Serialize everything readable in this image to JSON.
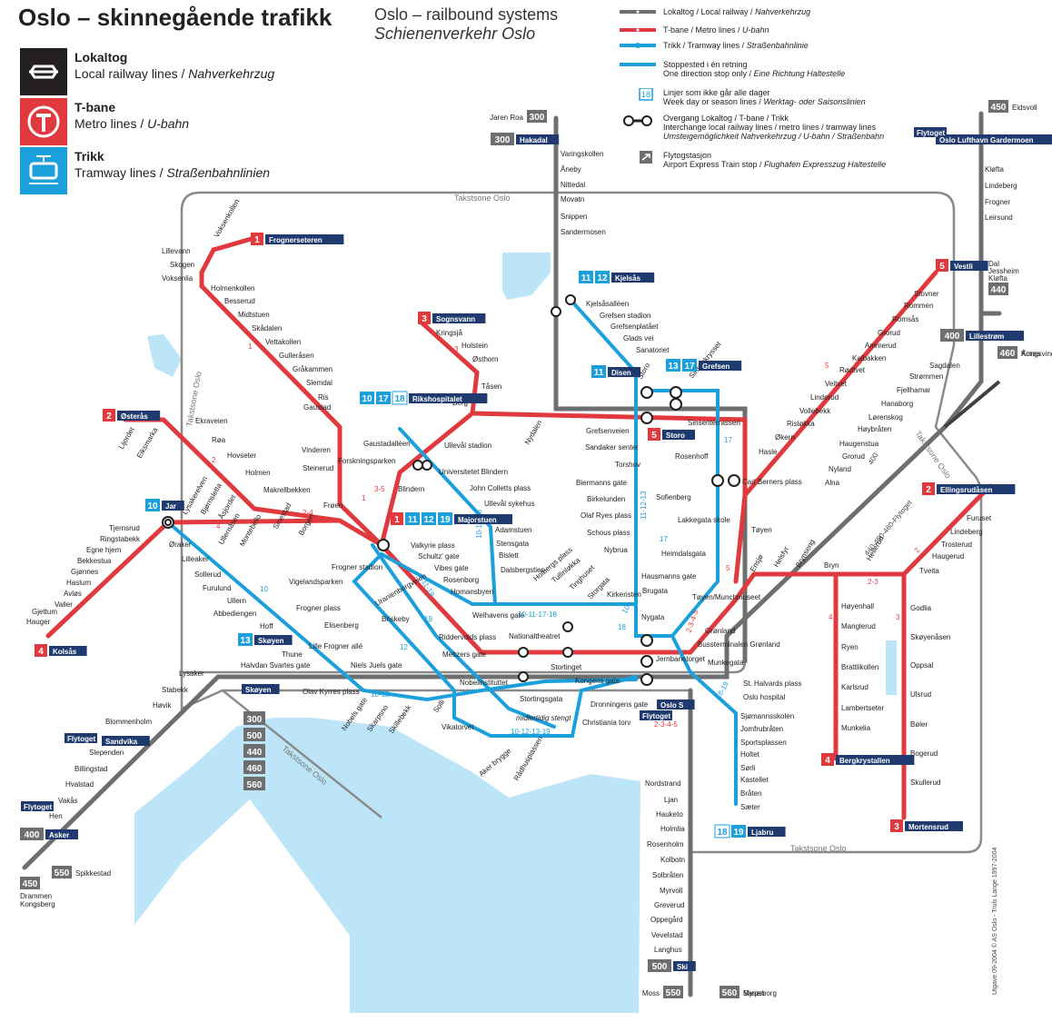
{
  "header": {
    "title": "Oslo – skinnegående trafikk",
    "subtitle_en": "Oslo – railbound systems",
    "subtitle_de": "Schienenverkehr Oslo"
  },
  "legend_left": [
    {
      "type": "lokaltog",
      "label": "Lokaltog",
      "desc": "Local railway lines / ",
      "desc_it": "Nahverkehrzug",
      "color": "#231f20",
      "icon": "train-icon"
    },
    {
      "type": "tbane",
      "label": "T-bane",
      "desc": "Metro lines / ",
      "desc_it": "U-bahn",
      "color": "#e03a3e",
      "icon": "metro-t-icon"
    },
    {
      "type": "trikk",
      "label": "Trikk",
      "desc": "Tramway lines / ",
      "desc_it": "Straßenbahnlinien",
      "color": "#1ba0dc",
      "icon": "tram-icon"
    }
  ],
  "legend_right": [
    {
      "kind": "rail",
      "l1": "Lokaltog / Local railway / ",
      "l1_it": "Nahverkehrzug",
      "l2": "",
      "l2_it": ""
    },
    {
      "kind": "metro",
      "l1": "T-bane / Metro lines / ",
      "l1_it": "U-bahn",
      "l2": "",
      "l2_it": ""
    },
    {
      "kind": "tram",
      "l1": "Trikk / Tramway lines / ",
      "l1_it": "Straßenbahnlinie",
      "l2": "",
      "l2_it": ""
    },
    {
      "kind": "onedir",
      "l1": "Stoppested i én retning",
      "l1_it": "",
      "l2": "One direction stop only / ",
      "l2_it": "Eine Richtung Haltestelle"
    },
    {
      "kind": "season",
      "badge": "18",
      "l1": "Linjer som ikke går alle dager",
      "l1_it": "",
      "l2": "Week day or season lines / ",
      "l2_it": "Werktag- oder Saisonslinien"
    },
    {
      "kind": "interchange",
      "l1": "Overgang Lokaltog / T-bane / Trikk",
      "l1_it": "",
      "l2": "Interchange local railway lines / metro lines / tramway lines",
      "l2_it": "",
      "l3_it": "Umsteigemöglichkeit Nahverkehrzug / U-bahn / Straßenbahn"
    },
    {
      "kind": "airport",
      "l1": "Flytogstasjon",
      "l1_it": "",
      "l2": "Airport Express Train stop / ",
      "l2_it": "Flughafen Expresszug Haltestelle"
    }
  ],
  "colors": {
    "rail": "#6d6e70",
    "metro": "#e03a3e",
    "tram": "#1ba0dc",
    "navy": "#1f3a6e",
    "zone": "#8a8a8a",
    "water": "#bde5f8",
    "grey_badge": "#6d6e70"
  },
  "zone_labels": [
    {
      "id": "takst-top",
      "text": "Takstsone Oslo"
    },
    {
      "id": "takst-left",
      "text": "Takstsone Oslo"
    },
    {
      "id": "takst-right",
      "text": "Takstsone Oslo"
    },
    {
      "id": "takst-bottom-diag",
      "text": "Takstsone Oslo"
    },
    {
      "id": "takst-bottom",
      "text": "Takstsone Oslo"
    }
  ],
  "terminals": [
    {
      "id": "frognerseteren",
      "nums": [
        "1"
      ],
      "name": "Frognerseteren",
      "kind": "metro"
    },
    {
      "id": "sognsvann",
      "nums": [
        "3"
      ],
      "name": "Sognsvann",
      "kind": "metro"
    },
    {
      "id": "osteras",
      "nums": [
        "2"
      ],
      "name": "Østerås",
      "kind": "metro"
    },
    {
      "id": "vestli",
      "nums": [
        "5"
      ],
      "name": "Vestli",
      "kind": "metro"
    },
    {
      "id": "kolsas",
      "nums": [
        "4"
      ],
      "name": "Kolsås",
      "kind": "metro"
    },
    {
      "id": "ellingsrudasen",
      "nums": [
        "2"
      ],
      "name": "Ellingsrudåsen",
      "kind": "metro"
    },
    {
      "id": "bergkrystallen",
      "nums": [
        "4"
      ],
      "name": "Bergkrystallen",
      "kind": "metro"
    },
    {
      "id": "mortensrud",
      "nums": [
        "3"
      ],
      "name": "Mortensrud",
      "kind": "metro"
    },
    {
      "id": "storo-m",
      "nums": [
        "5"
      ],
      "name": "Storo",
      "kind": "metro"
    },
    {
      "id": "majorstuen",
      "nums": [
        "1",
        "11",
        "12",
        "19"
      ],
      "name": "Majorstuen",
      "kind": "mixed"
    },
    {
      "id": "kjelsas",
      "nums": [
        "11",
        "12"
      ],
      "name": "Kjelsås",
      "kind": "tram"
    },
    {
      "id": "disen",
      "nums": [
        "11"
      ],
      "name": "Disen",
      "kind": "tram"
    },
    {
      "id": "grefsen",
      "nums": [
        "13",
        "17"
      ],
      "name": "Grefsen",
      "kind": "tram"
    },
    {
      "id": "rikshospitalet",
      "nums": [
        "10",
        "17",
        "18"
      ],
      "name": "Rikshospitalet",
      "kind": "tram"
    },
    {
      "id": "jar",
      "nums": [
        "10"
      ],
      "name": "Jar",
      "kind": "tram"
    },
    {
      "id": "skoyen-t",
      "nums": [
        "13"
      ],
      "name": "Skøyen",
      "kind": "tram"
    },
    {
      "id": "ljabru",
      "nums": [
        "18",
        "19"
      ],
      "name": "Ljabru",
      "kind": "tram"
    },
    {
      "id": "hakadal",
      "nums": [
        "300"
      ],
      "name": "Hakadal",
      "kind": "rail"
    },
    {
      "id": "ski",
      "nums": [
        "500"
      ],
      "name": "Ski",
      "kind": "rail"
    },
    {
      "id": "lillestrom",
      "nums": [
        "400"
      ],
      "name": "Lillestrøm",
      "kind": "rail"
    },
    {
      "id": "asker",
      "nums": [
        "400"
      ],
      "name": "Asker",
      "kind": "rail"
    },
    {
      "id": "skoyen-r",
      "nums": [],
      "name": "Skøyen",
      "kind": "rail"
    },
    {
      "id": "oslo-s",
      "nums": [],
      "name": "Oslo S",
      "kind": "rail"
    },
    {
      "id": "sandvika",
      "nums": [],
      "name": "Sandvika",
      "kind": "rail"
    },
    {
      "id": "gardermoen",
      "nums": [],
      "name": "Oslo Lufthavn Gardermoen",
      "kind": "rail"
    }
  ],
  "flytoget_labels": [
    "Flytoget",
    "Flytoget",
    "Flytoget",
    "Flytoget"
  ],
  "rail_badges": [
    {
      "id": "jaren",
      "num": "300",
      "text": "Jaren Roa"
    },
    {
      "id": "eidsvoll",
      "num": "450",
      "text": "Eidsvoll"
    },
    {
      "id": "dal",
      "num": "440",
      "text": "Dal Jessheim Kløfta"
    },
    {
      "id": "arnes",
      "num": "460",
      "text": "Årnes Kongsvinger"
    },
    {
      "id": "drammen",
      "num": "450",
      "text": "Drammen Kongsberg"
    },
    {
      "id": "spikkestad",
      "num": "550",
      "text": "Spikkestad"
    },
    {
      "id": "moss",
      "num": "550",
      "text": "Moss"
    },
    {
      "id": "mysen",
      "num": "560",
      "text": "Mysen Sarpsborg"
    }
  ],
  "skoyen_stack": [
    "300",
    "500",
    "440",
    "460",
    "560"
  ],
  "segment_labels": [
    {
      "id": "s24",
      "text": "2-4"
    },
    {
      "id": "s4",
      "text": "4"
    },
    {
      "id": "s2",
      "text": "2"
    },
    {
      "id": "s1a",
      "text": "1"
    },
    {
      "id": "s1b",
      "text": "1"
    },
    {
      "id": "s35",
      "text": "3-5"
    },
    {
      "id": "s3",
      "text": "3"
    },
    {
      "id": "s5",
      "text": "5"
    },
    {
      "id": "s5b",
      "text": "5"
    },
    {
      "id": "s2345",
      "text": "2-3-4-5"
    },
    {
      "id": "s2345b",
      "text": "2-3-4-5"
    },
    {
      "id": "s23",
      "text": "2-3"
    },
    {
      "id": "s2b",
      "text": "2"
    },
    {
      "id": "s3b",
      "text": "3"
    },
    {
      "id": "s4b",
      "text": "4"
    },
    {
      "id": "t10",
      "text": "10"
    },
    {
      "id": "t12",
      "text": "12"
    },
    {
      "id": "t19",
      "text": "19"
    },
    {
      "id": "t1119",
      "text": "11-19"
    },
    {
      "id": "t1013",
      "text": "10-13"
    },
    {
      "id": "t101213",
      "text": "10-12-13-19"
    },
    {
      "id": "t10111718",
      "text": "10-11-17-18"
    },
    {
      "id": "t101718",
      "text": "10-17-18"
    },
    {
      "id": "t111213",
      "text": "11-12-13"
    },
    {
      "id": "t17",
      "text": "17"
    },
    {
      "id": "t17b",
      "text": "17"
    },
    {
      "id": "t10b",
      "text": "10"
    },
    {
      "id": "t18",
      "text": "18"
    },
    {
      "id": "t1819",
      "text": "18-19"
    },
    {
      "id": "r400",
      "text": "400"
    },
    {
      "id": "rflyt",
      "text": "440-450-460-Flytoget"
    }
  ],
  "stations": [
    "Voksenkollen",
    "Lillevann",
    "Skogen",
    "Voksenlia",
    "Holmenkollen",
    "Besserud",
    "Midtstuen",
    "Skådalen",
    "Vettakollen",
    "Gulleråsen",
    "Gråkammen",
    "Slemdal",
    "Ris",
    "Gaustad",
    "Vinderen",
    "Steinerud",
    "Frøen",
    "Kringsjå",
    "Holstein",
    "Østhorn",
    "Tåsen",
    "Berg",
    "Ullevål stadion",
    "Forskningsparken",
    "Blindern",
    "Gaustadalléen",
    "Universitetet Blindern",
    "John Colletts plass",
    "Ullevål sykehus",
    "Nydalen",
    "Ekraveien",
    "Røa",
    "Hovseter",
    "Holmen",
    "Makrellbekken",
    "Smestad",
    "Borgen",
    "Lijordet",
    "Eiksmarka",
    "Lysaker",
    "Stabekk",
    "Høvik",
    "Blommenholm",
    "Slependen",
    "Billingstad",
    "Hvalstad",
    "Vakås",
    "Hen",
    "Tjernsrud",
    "Ringstabekk",
    "Egne hjem",
    "Bekkestua",
    "Gjønnes",
    "Haslum",
    "Avløs",
    "Valler",
    "Gjettum",
    "Hauger",
    "Lysakerelven",
    "Bjørnsletta",
    "Åsjordet",
    "Ullernåsen",
    "Montebello",
    "Øraker",
    "Lilleaker",
    "Sollerud",
    "Furulund",
    "Ullern",
    "Abbediengen",
    "Hoff",
    "Thune",
    "Halvdan Svartes gate",
    "Frogner stadion",
    "Vigelandsparken",
    "Frogner plass",
    "Elisenberg",
    "Lille Frogner allé",
    "Niels Juels gate",
    "Olav Kyrres plass",
    "Valkyrie plass",
    "Schultz' gate",
    "Vibes gate",
    "Rosenborg",
    "Homansbyen",
    "Uranienborgveien",
    "Briskeby",
    "Riddervolds plass",
    "Meltzers gate",
    "Adamstuen",
    "Stensgata",
    "Bislett",
    "Dalsbergstien",
    "Holbergs plass",
    "Tullinløkka",
    "Tinghuset",
    "Storgata",
    "Kirkeristen",
    "Welhavens gate",
    "Nationaltheatret",
    "Stortinget",
    "Nobels gate",
    "Skarpsno",
    "Skillebekk",
    "Solli",
    "Nobelinstituttet",
    "Vikatorvet",
    "Aker brygge",
    "Rådhusplassen",
    "Kongens gate",
    "Dronningens gate",
    "Christiania torv",
    "Stortingsgata",
    "Varingskollen",
    "Åneby",
    "Nittedal",
    "Movatn",
    "Snippen",
    "Sandermosen",
    "Kjelsåsalléen",
    "Grefsen stadion",
    "Grefsenplatået",
    "Glads vei",
    "Sanatoriet",
    "Storo",
    "Sinsenkrysset",
    "Sinsenterrassen",
    "Rosenhoff",
    "Grefsenveien",
    "Sandaker senter",
    "Torshov",
    "Biermanns gate",
    "Birkelunden",
    "Olaf Ryes plass",
    "Schous plass",
    "Nybrua",
    "Hausmanns gate",
    "Brugata",
    "Nygata",
    "Sofienberg",
    "Lakkegata skole",
    "Heimdalsgata",
    "Carl Berners plass",
    "Tøyen",
    "Tøyen/Munchmuseet",
    "Grønland",
    "Bussterminalen Grønland",
    "Jernbanetorget",
    "Munkegata",
    "St. Halvards plass",
    "Oslo hospital",
    "Sjømannsskolen",
    "Jomfrubråten",
    "Sportsplassen",
    "Holtet",
    "Sørli",
    "Kastellet",
    "Bråten",
    "Sæter",
    "Stovner",
    "Rommen",
    "Romsås",
    "Grorud",
    "Ammerud",
    "Kalbakken",
    "Rødtvet",
    "Veitvet",
    "Linderud",
    "Vollebekk",
    "Risløkka",
    "Økern",
    "Hasle",
    "Sagdalen",
    "Strømmen",
    "Fjellhamar",
    "Hanaborg",
    "Lørenskog",
    "Høybråten",
    "Haugenstua",
    "Grorud",
    "Nyland",
    "Alna",
    "Kløfta",
    "Lindeberg",
    "Frogner",
    "Leirsund",
    "Ensjø",
    "Helsfyr",
    "Brynseng",
    "Bryn",
    "Hellerud",
    "Tveita",
    "Haugerud",
    "Trosterud",
    "Lindeberg",
    "Furuset",
    "Høyenhall",
    "Manglerud",
    "Ryen",
    "Brattlikollen",
    "Karlsrud",
    "Lambertseter",
    "Munkelia",
    "Godlia",
    "Skøyenåsen",
    "Oppsal",
    "Ulsrud",
    "Bøler",
    "Bogerud",
    "Skullerud",
    "Nordstrand",
    "Ljan",
    "Hauketo",
    "Holmlia",
    "Rosenholm",
    "Kolbotn",
    "Solbråten",
    "Myrvoll",
    "Greverud",
    "Oppegård",
    "Vevelstad",
    "Langhus"
  ],
  "notes": [
    "midlertidig stengt"
  ],
  "credit": "Utgave 09-2004 © AS Oslo - Truls Lange 1997-2004"
}
